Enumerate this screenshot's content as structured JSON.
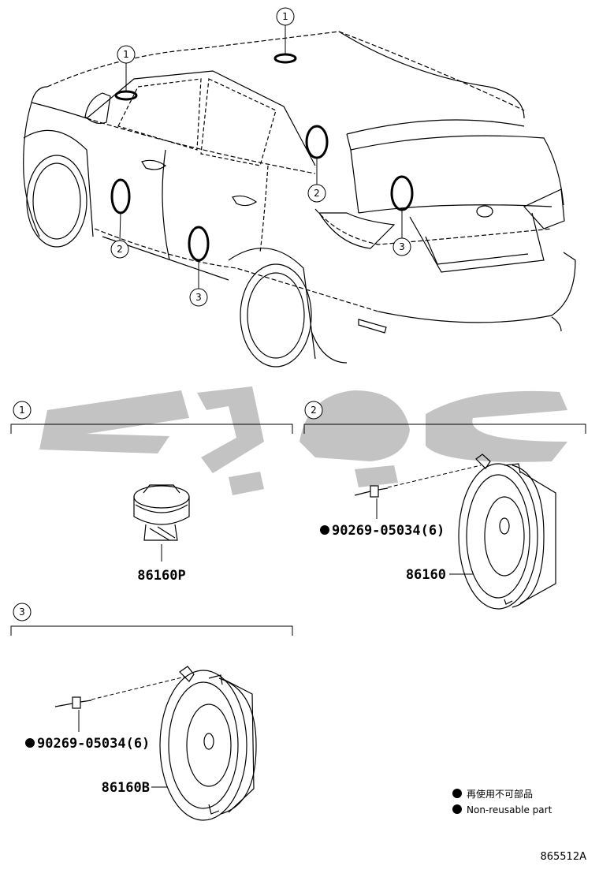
{
  "callouts": {
    "roof": "1",
    "mirror": "1",
    "front_door": "2",
    "rear_door": "3",
    "pillar": "2",
    "tailgate": "3"
  },
  "sections": [
    {
      "number": "1",
      "part_number": "86160P"
    },
    {
      "number": "2",
      "part_number": "86160",
      "screw": "90269-05034(6)"
    },
    {
      "number": "3",
      "part_number": "86160B",
      "screw": "90269-05034(6)"
    }
  ],
  "legend": {
    "jp": "再使用不可部品",
    "en": "Non-reusable part"
  },
  "reference_code": "865512A",
  "watermark_color": "#bdbdbd"
}
